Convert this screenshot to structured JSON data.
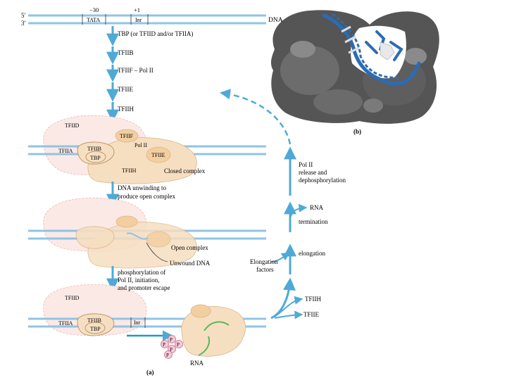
{
  "dna": {
    "five_prime": "5′",
    "three_prime": "3′",
    "label": "DNA",
    "pos_tata": "−30",
    "pos_start": "+1",
    "tata": "TATA",
    "inr": "Inr"
  },
  "assembly_steps": [
    "TBP (or TFIID and/or TFIIA)",
    "TFIIB",
    "TFIIF – Pol II",
    "TFIIE",
    "TFIIH"
  ],
  "closed_complex": {
    "labels": {
      "tfiid": "TFIID",
      "tfiia": "TFIIA",
      "tfiib": "TFIIB",
      "tbp": "TBP",
      "tfiif": "TFIIF",
      "polii": "Pol II",
      "tfiie": "TFIIE",
      "tfiih": "TFIIH"
    },
    "caption": "Closed complex"
  },
  "step_unwinding": [
    "DNA unwinding to",
    "produce open complex"
  ],
  "open_complex": {
    "caption": "Open complex",
    "unwound": "Unwound DNA"
  },
  "step_phospho": [
    "phosphorylation of",
    "Pol II, initiation,",
    "and promoter escape"
  ],
  "escape_complex": {
    "tfiid": "TFIID",
    "tfiia": "TFIIA",
    "tfiib": "TFIIB",
    "tbp": "TBP",
    "inr": "Inr",
    "phosphate": "P",
    "rna": "RNA"
  },
  "right_cycle": {
    "elongation_factors": [
      "Elongation",
      "factors"
    ],
    "elongation": "elongation",
    "termination": "termination",
    "rna": "RNA",
    "release": [
      "Pol II",
      "release and",
      "dephosphorylation"
    ],
    "tfiih": "TFIIH",
    "tfiie": "TFIIE"
  },
  "panel_labels": {
    "a": "(a)",
    "b": "(b)"
  },
  "colors": {
    "dna": "#8fc4e4",
    "arrow": "#4fa9d6",
    "protein_fill": "#f6dfc1",
    "protein_stroke": "#d9b489",
    "ghost": "#fbe9e6",
    "molecule_bg": "#555555",
    "molecule_blue": "#2b6cb3"
  }
}
